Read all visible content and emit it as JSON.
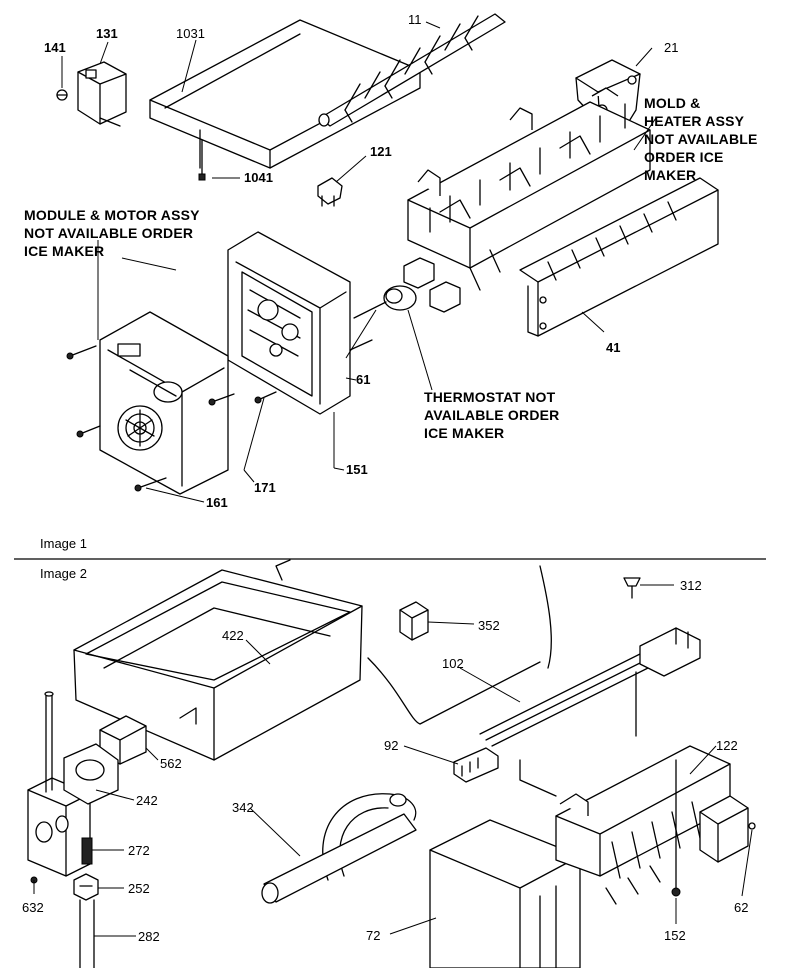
{
  "images": [
    {
      "caption": "Image 1",
      "callouts": [
        "141",
        "131",
        "1031",
        "11",
        "21",
        "121",
        "1041",
        "41",
        "61",
        "151",
        "171",
        "161"
      ],
      "notes": [
        {
          "lines": [
            "MOLD &",
            "HEATER ASSY",
            "NOT AVAILABLE",
            "ORDER ICE",
            "MAKER"
          ]
        },
        {
          "lines": [
            "MODULE & MOTOR ASSY",
            "NOT AVAILABLE ORDER",
            "ICE MAKER"
          ]
        },
        {
          "lines": [
            "THERMOSTAT NOT",
            "AVAILABLE ORDER",
            "ICE MAKER"
          ]
        }
      ]
    },
    {
      "caption": "Image 2",
      "callouts": [
        "312",
        "352",
        "422",
        "102",
        "92",
        "122",
        "562",
        "242",
        "342",
        "272",
        "252",
        "632",
        "282",
        "72",
        "152",
        "62"
      ]
    }
  ]
}
